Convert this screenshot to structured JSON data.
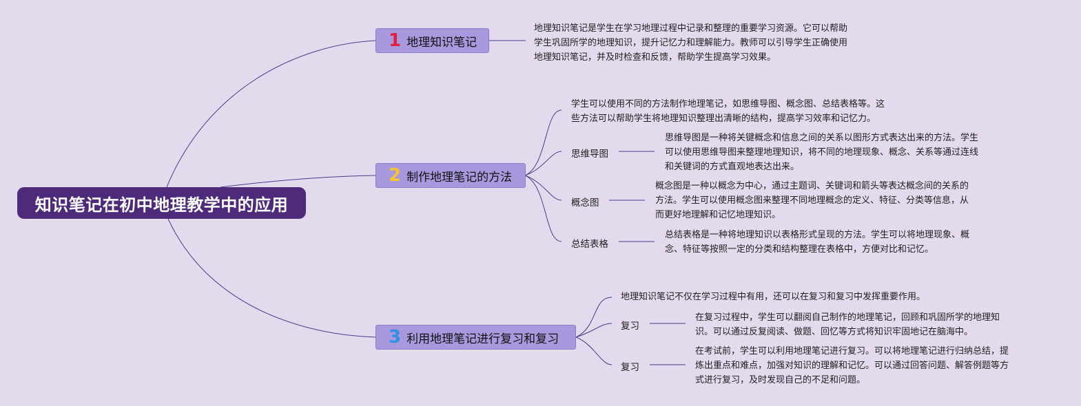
{
  "root": "知识笔记在初中地理教学中的应用",
  "branches": [
    {
      "number": "1",
      "label": "地理知识笔记",
      "text": [
        "地理知识笔记是学生在学习地理过程中记录和整理的重要学习资源。它可以帮助",
        "学生巩固所学的地理知识，提升记忆力和理解能力。教师可以引导学生正确使用",
        "地理知识笔记，并及时检查和反馈，帮助学生提高学习效果。"
      ]
    },
    {
      "number": "2",
      "label": "制作地理笔记的方法",
      "intro": [
        "学生可以使用不同的方法制作地理笔记，如思维导图、概念图、总结表格等。这",
        "些方法可以帮助学生将地理知识整理出清晰的结构，提高学习效率和记忆力。"
      ],
      "children": [
        {
          "label": "思维导图",
          "text": [
            "思维导图是一种将关键概念和信息之间的关系以图形方式表达出来的方法。学生",
            "可以使用思维导图来整理地理知识，将不同的地理现象、概念、关系等通过连线",
            "和关键词的方式直观地表达出来。"
          ]
        },
        {
          "label": "概念图",
          "text": [
            "概念图是一种以概念为中心，通过主题词、关键词和箭头等表达概念间的关系的",
            "方法。学生可以使用概念图来整理不同地理概念的定义、特征、分类等信息，从",
            "而更好地理解和记忆地理知识。"
          ]
        },
        {
          "label": "总结表格",
          "text": [
            "总结表格是一种将地理知识以表格形式呈现的方法。学生可以将地理现象、概",
            "念、特征等按照一定的分类和结构整理在表格中，方便对比和记忆。"
          ]
        }
      ]
    },
    {
      "number": "3",
      "label": "利用地理笔记进行复习和复习",
      "intro": [
        "地理知识笔记不仅在学习过程中有用，还可以在复习和复习中发挥重要作用。"
      ],
      "children": [
        {
          "label": "复习",
          "text": [
            "在复习过程中，学生可以翻阅自己制作的地理笔记，回顾和巩固所学的地理知",
            "识。可以通过反复阅读、做题、回忆等方式将知识牢固地记在脑海中。"
          ]
        },
        {
          "label": "复习",
          "text": [
            "在考试前，学生可以利用地理笔记进行复习。可以将地理笔记进行归纳总结，提",
            "炼出重点和难点，加强对知识的理解和记忆。可以通过回答问题、解答例题等方",
            "式进行复习，及时发现自己的不足和问题。"
          ]
        }
      ]
    }
  ]
}
